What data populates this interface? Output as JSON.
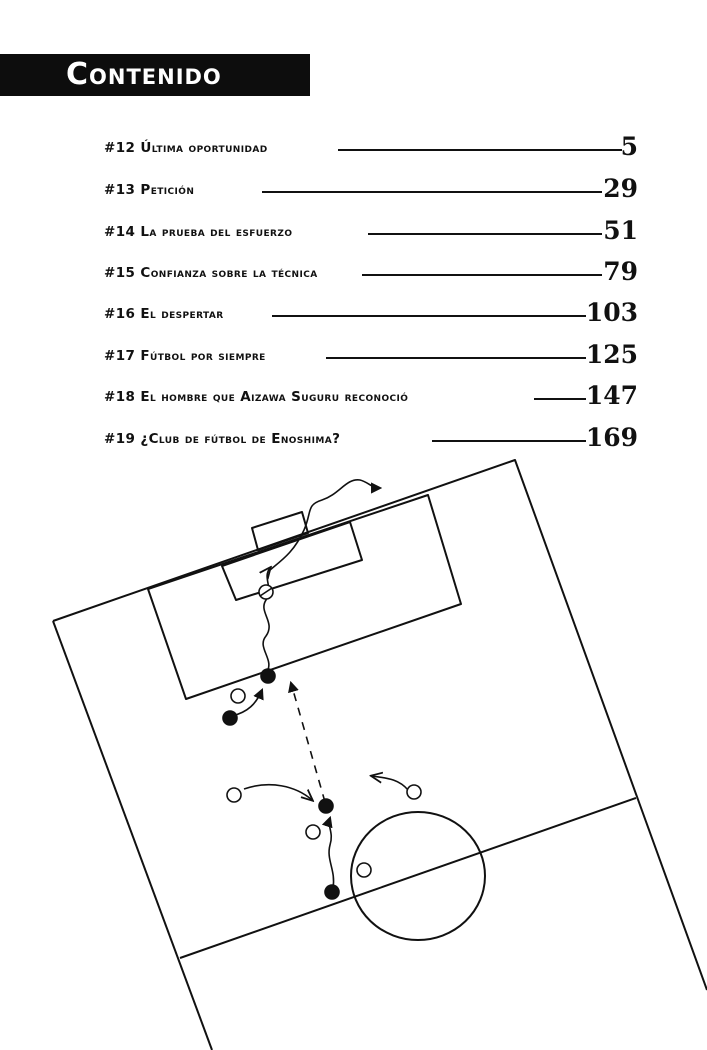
{
  "header": {
    "title": "Contenido"
  },
  "toc": {
    "entries": [
      {
        "label": "#12 Última oportunidad",
        "page": "5"
      },
      {
        "label": "#13 Petición",
        "page": "29"
      },
      {
        "label": "#14 La prueba del esfuerzo",
        "page": "51"
      },
      {
        "label": "#15 Confianza sobre la técnica",
        "page": "79"
      },
      {
        "label": "#16 El despertar",
        "page": "103"
      },
      {
        "label": "#17 Fútbol por siempre",
        "page": "125"
      },
      {
        "label": "#18 El hombre que Aizawa Suguru reconoció",
        "page": "147"
      },
      {
        "label": "#19 ¿Club de fútbol de Enoshima?",
        "page": "169"
      }
    ]
  },
  "illustration": {
    "icon": "soccer-pitch-tactics-diagram"
  }
}
